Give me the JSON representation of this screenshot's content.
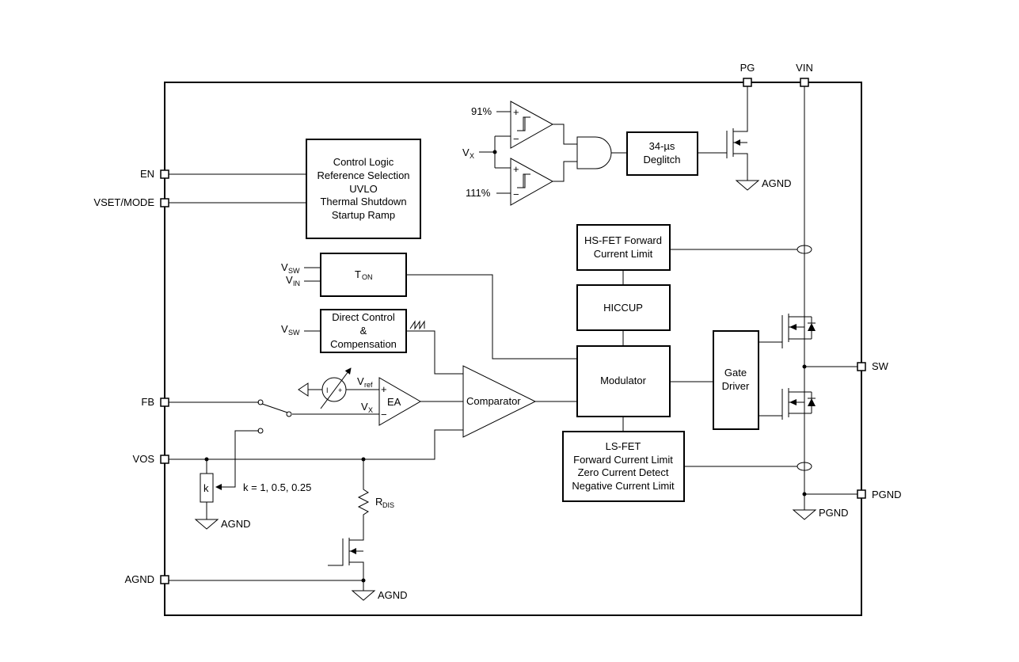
{
  "pins": {
    "en": "EN",
    "vset_mode": "VSET/MODE",
    "fb": "FB",
    "vos": "VOS",
    "agnd": "AGND",
    "pg": "PG",
    "vin": "VIN",
    "sw": "SW",
    "pgnd": "PGND"
  },
  "blocks": {
    "control_logic": [
      "Control Logic",
      "Reference Selection",
      "UVLO",
      "Thermal Shutdown",
      "Startup Ramp"
    ],
    "ton": {
      "main": "T",
      "sub": "ON"
    },
    "direct_control": [
      "Direct Control",
      "&",
      "Compensation"
    ],
    "deglitch": [
      "34-µs",
      "Deglitch"
    ],
    "hs_fet": [
      "HS-FET Forward",
      "Current Limit"
    ],
    "hiccup": "HICCUP",
    "modulator": "Modulator",
    "gate_driver": [
      "Gate",
      "Driver"
    ],
    "ls_fet": [
      "LS-FET",
      "Forward Current Limit",
      "Zero Current Detect",
      "Negative Current Limit"
    ],
    "comparator": "Comparator",
    "ea": "EA"
  },
  "labels": {
    "pct_91": "91%",
    "pct_111": "111%",
    "vx_main": "V",
    "vx_sub": "X",
    "vsw_main": "V",
    "vsw_sub": "SW",
    "vin_main": "V",
    "vin_sub": "IN",
    "vref_main": "V",
    "vref_sub": "ref",
    "rdis_main": "R",
    "rdis_sub": "DIS",
    "k": "k",
    "k_values": "k = 1, 0.5, 0.25",
    "agnd": "AGND",
    "pgnd": "PGND",
    "plus": "+",
    "minus": "−",
    "i": "I"
  }
}
